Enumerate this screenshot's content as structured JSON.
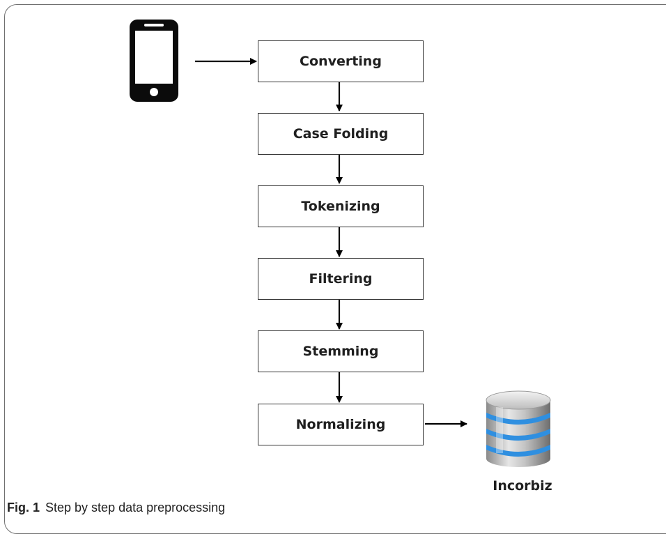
{
  "steps": [
    "Converting",
    "Case Folding",
    "Tokenizing",
    "Filtering",
    "Stemming",
    "Normalizing"
  ],
  "source_icon": "smartphone-icon",
  "destination": {
    "icon": "database-icon",
    "label": "Incorbiz"
  },
  "caption": {
    "label": "Fig. 1",
    "text": "Step by step data preprocessing"
  },
  "colors": {
    "db_band": "#2f8fe0",
    "box_border": "#333333",
    "text": "#1f1f1f"
  }
}
